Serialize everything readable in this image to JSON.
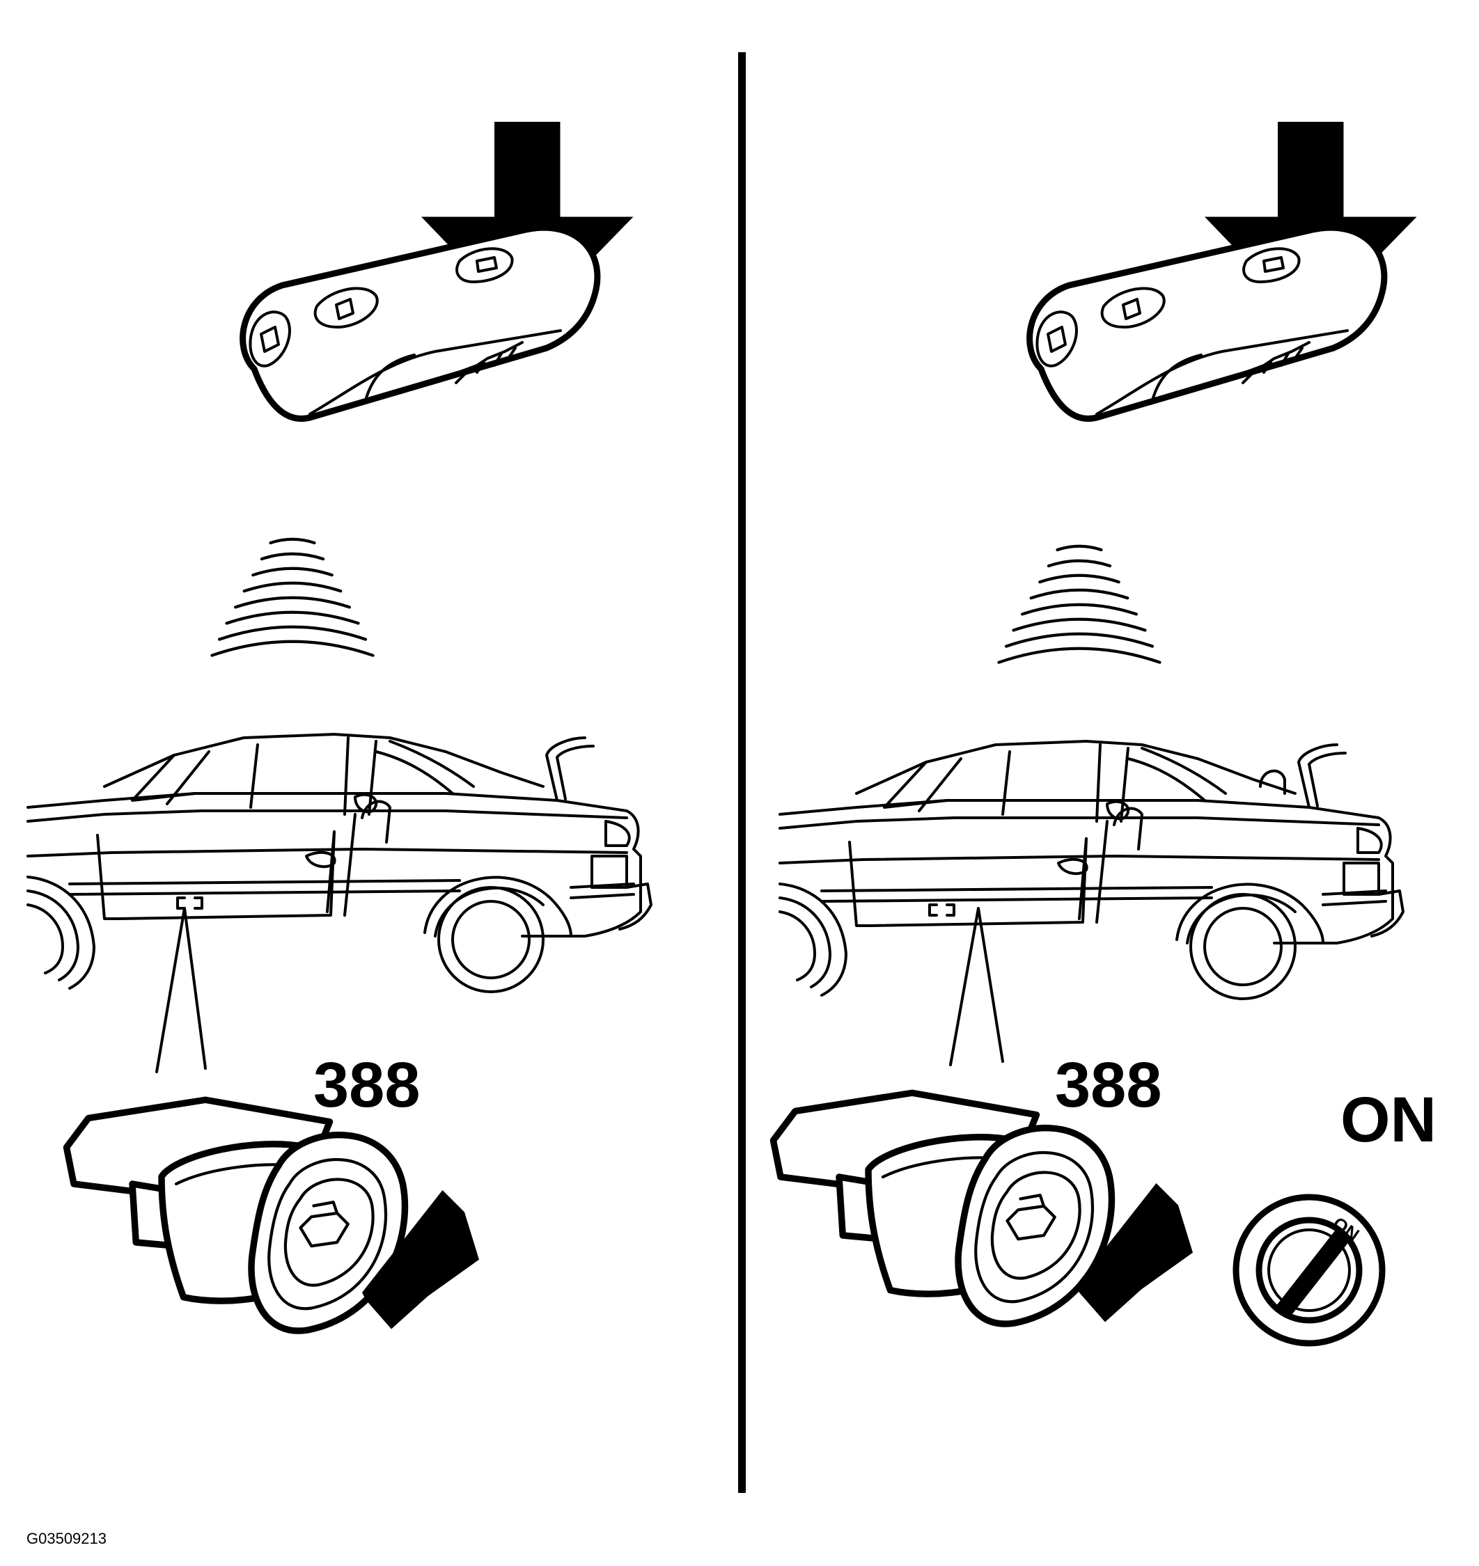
{
  "panels": [
    {
      "id": "left",
      "callout": "388"
    },
    {
      "id": "right",
      "callout": "388",
      "ignition_label": "ON",
      "ignition_small_label": "ON"
    }
  ],
  "figure_code": "G03509213",
  "colors": {
    "ink": "#000000",
    "paper": "#ffffff"
  },
  "icons": [
    "press-arrow-icon",
    "remote-key-fob",
    "signal-waves-icon",
    "convertible-car",
    "receiver-module",
    "trunk-release-icon",
    "ignition-switch-icon"
  ]
}
